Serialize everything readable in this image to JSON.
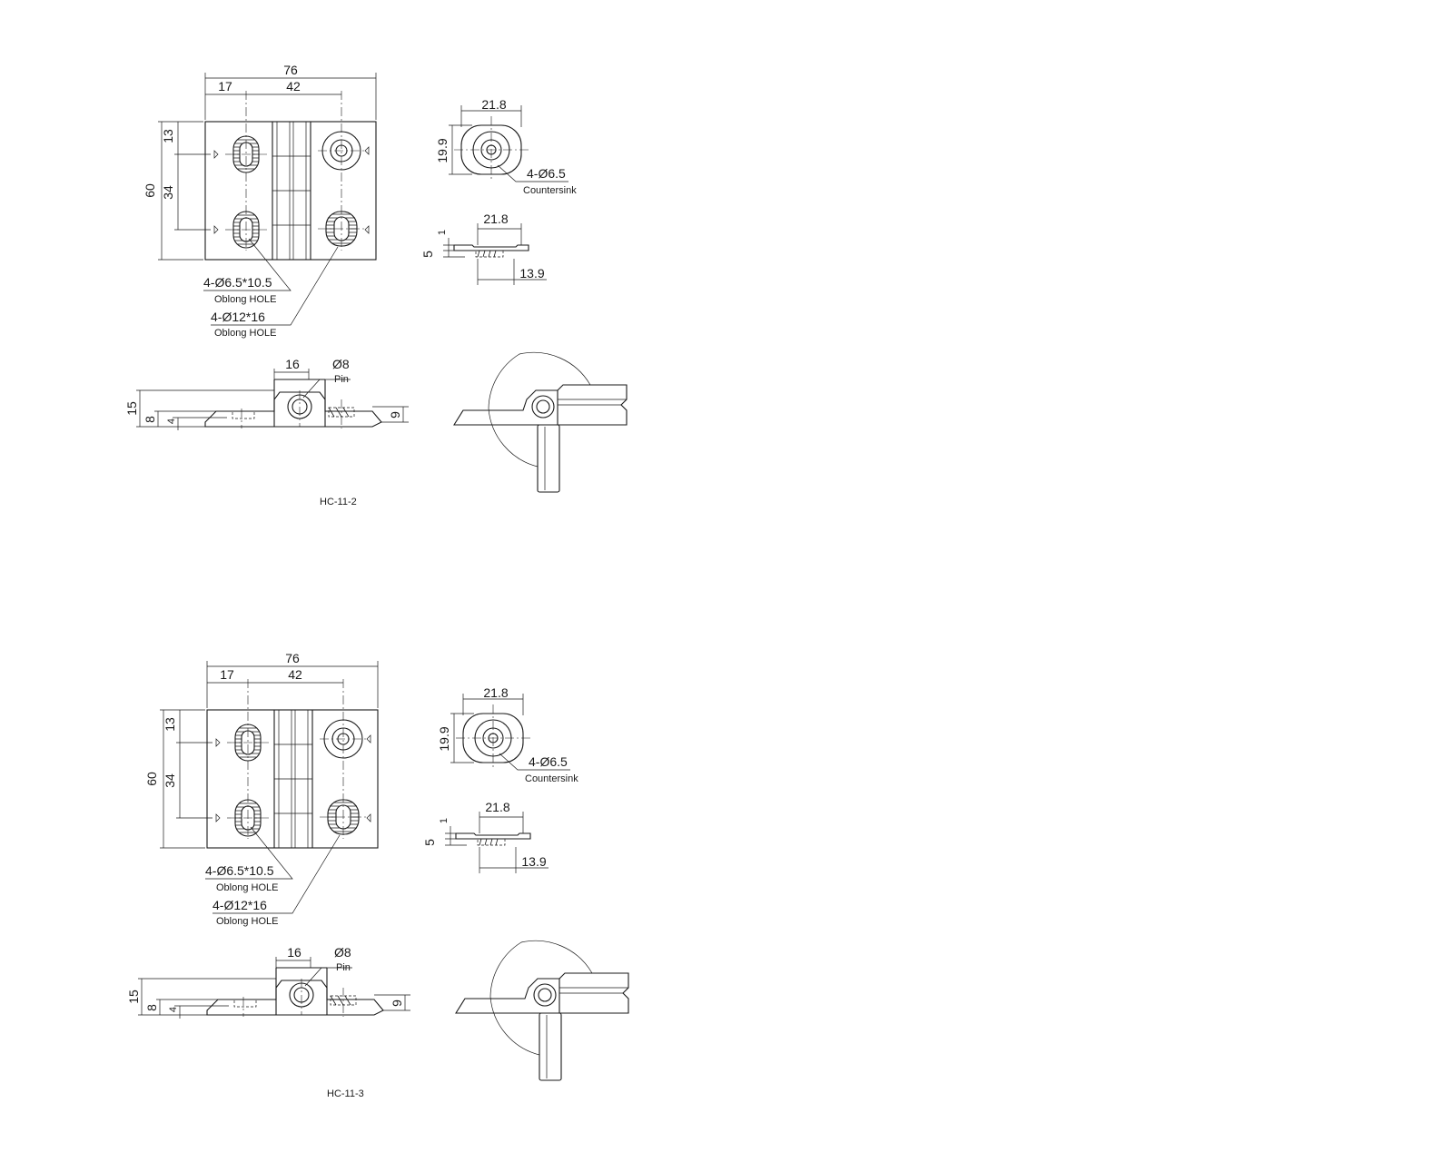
{
  "sheets": [
    {
      "part_code": "HC-11-2",
      "dims": {
        "overall_width": "76",
        "left_offset": "17",
        "hole_spacing_x": "42",
        "height": "60",
        "top_offset": "13",
        "hole_spacing_y": "34",
        "counter_dia": "21.8",
        "counter_height": "19.9",
        "hole_spec": "4-Ø6.5",
        "hole_note": "Countersink",
        "side_width": "21.8",
        "side_thk": "5",
        "side_step": "1",
        "side_offset": "13.9",
        "oblong_small": "4-Ø6.5*10.5",
        "oblong_small_note": "Oblong HOLE",
        "oblong_large": "4-Ø12*16",
        "oblong_large_note": "Oblong HOLE",
        "knuckle_width": "16",
        "pin_dia": "Ø8",
        "pin_note": "Pin",
        "total_thk": "15",
        "plate_thk": "8",
        "leaf_thk": "4",
        "right_thk": "9"
      }
    },
    {
      "part_code": "HC-11-3",
      "dims": {
        "overall_width": "76",
        "left_offset": "17",
        "hole_spacing_x": "42",
        "height": "60",
        "top_offset": "13",
        "hole_spacing_y": "34",
        "counter_dia": "21.8",
        "counter_height": "19.9",
        "hole_spec": "4-Ø6.5",
        "hole_note": "Countersink",
        "side_width": "21.8",
        "side_thk": "5",
        "side_step": "1",
        "side_offset": "13.9",
        "oblong_small": "4-Ø6.5*10.5",
        "oblong_small_note": "Oblong HOLE",
        "oblong_large": "4-Ø12*16",
        "oblong_large_note": "Oblong HOLE",
        "knuckle_width": "16",
        "pin_dia": "Ø8",
        "pin_note": "Pin",
        "total_thk": "15",
        "plate_thk": "8",
        "leaf_thk": "4",
        "right_thk": "9"
      }
    }
  ]
}
